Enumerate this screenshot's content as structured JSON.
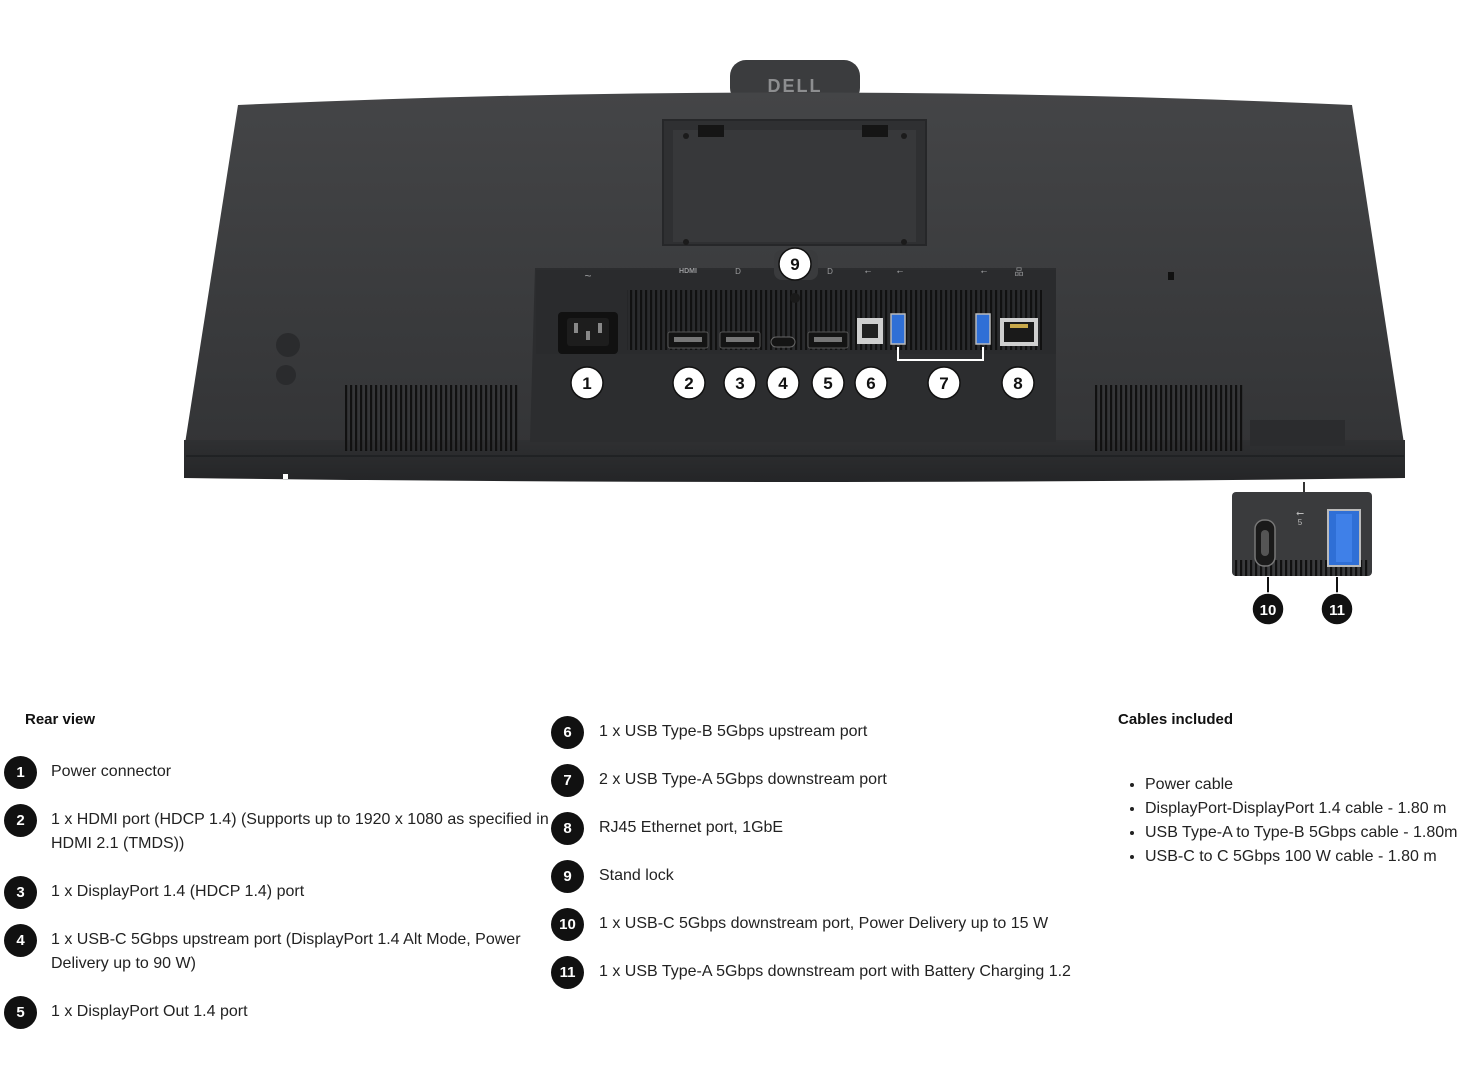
{
  "figure": {
    "logo_text": "DELL",
    "port_symbols": {
      "power": "~",
      "hdmi": "HDMI",
      "dp": "D",
      "usb_c_up": "D",
      "usb": "⭠",
      "ethernet": "品",
      "side_usb_speed": "5"
    },
    "callouts": [
      "1",
      "2",
      "3",
      "4",
      "5",
      "6",
      "7",
      "8",
      "9",
      "10",
      "11"
    ]
  },
  "rear_view": {
    "heading": "Rear view",
    "items": [
      {
        "num": "1",
        "text": "Power connector"
      },
      {
        "num": "2",
        "text": "1 x HDMI port (HDCP 1.4) (Supports up to 1920 x 1080 as specified in HDMI 2.1 (TMDS))"
      },
      {
        "num": "3",
        "text": "1 x DisplayPort 1.4 (HDCP 1.4) port"
      },
      {
        "num": "4",
        "text": "1 x USB-C 5Gbps upstream port (DisplayPort 1.4 Alt Mode, Power Delivery up to 90 W)"
      },
      {
        "num": "5",
        "text": "1 x DisplayPort Out 1.4 port"
      },
      {
        "num": "6",
        "text": "1 x USB Type-B 5Gbps upstream port"
      },
      {
        "num": "7",
        "text": "2 x USB Type-A 5Gbps downstream port"
      },
      {
        "num": "8",
        "text": "RJ45 Ethernet port, 1GbE"
      },
      {
        "num": "9",
        "text": "Stand lock"
      },
      {
        "num": "10",
        "text": "1 x USB-C 5Gbps downstream port, Power Delivery up to 15 W"
      },
      {
        "num": "11",
        "text": "1 x USB Type-A 5Gbps downstream port with Battery Charging 1.2"
      }
    ]
  },
  "cables": {
    "heading": "Cables included",
    "items": [
      "Power cable",
      "DisplayPort-DisplayPort 1.4 cable - 1.80 m",
      "USB Type-A to Type-B 5Gbps cable - 1.80m",
      "USB-C to C 5Gbps 100 W cable - 1.80 m"
    ]
  },
  "colors": {
    "monitor_body": "#3a3b3d",
    "monitor_dark": "#2a2b2d",
    "port_panel": "#333436",
    "usb_blue": "#2f6fd6",
    "badge": "#111111",
    "callout_bg": "#ffffff"
  }
}
